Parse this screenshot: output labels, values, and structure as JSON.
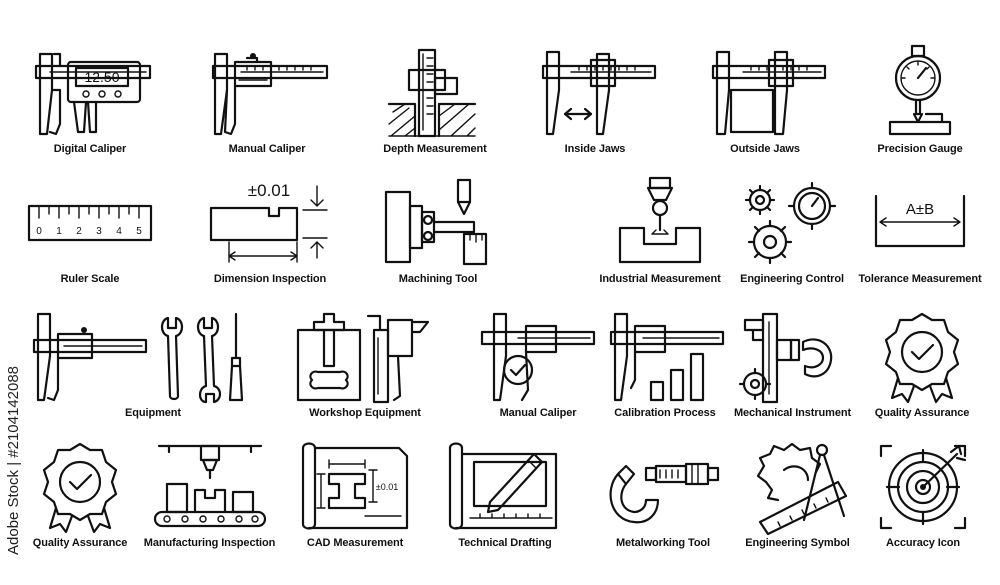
{
  "watermark": {
    "text": "Adobe Stock | #2104142088"
  },
  "icons": [
    {
      "id": "digital-caliper",
      "label": "Digital Caliper",
      "reading": "12.50"
    },
    {
      "id": "manual-caliper",
      "label": "Manual Caliper"
    },
    {
      "id": "depth-measurement",
      "label": "Depth Measurement"
    },
    {
      "id": "inside-jaws",
      "label": "Inside Jaws"
    },
    {
      "id": "outside-jaws",
      "label": "Outside Jaws"
    },
    {
      "id": "precision-gauge",
      "label": "Precision Gauge"
    },
    {
      "id": "ruler-scale",
      "label": "Ruler Scale",
      "ticks": [
        "0",
        "1",
        "2",
        "3",
        "4",
        "5"
      ]
    },
    {
      "id": "dimension-inspection",
      "label": "Dimension Inspection",
      "tolerance": "±0.01"
    },
    {
      "id": "machining-tool",
      "label": "Machining Tool"
    },
    {
      "id": "industrial-measurement",
      "label": "Industrial Measurement"
    },
    {
      "id": "engineering-control",
      "label": "Engineering Control"
    },
    {
      "id": "tolerance-measurement",
      "label": "Tolerance Measurement",
      "formula": "A±B"
    },
    {
      "id": "equipment",
      "label": "Equipment"
    },
    {
      "id": "workshop-equipment",
      "label": "Workshop Equipment"
    },
    {
      "id": "manual-caliper-2",
      "label": "Manual Caliper"
    },
    {
      "id": "calibration-process",
      "label": "Calibration Process"
    },
    {
      "id": "mechanical-instrument",
      "label": "Mechanical Instrument"
    },
    {
      "id": "quality-assurance",
      "label": "Quality Assurance"
    },
    {
      "id": "quality-assurance-2",
      "label": "Quality Assurance"
    },
    {
      "id": "manufacturing-inspection",
      "label": "Manufacturing Inspection"
    },
    {
      "id": "cad-measurement",
      "label": "CAD Measurement",
      "tolerance": "±0.01"
    },
    {
      "id": "technical-drafting",
      "label": "Technical Drafting"
    },
    {
      "id": "metalworking-tool",
      "label": "Metalworking Tool"
    },
    {
      "id": "engineering-symbol",
      "label": "Engineering Symbol"
    },
    {
      "id": "accuracy-icon",
      "label": "Accuracy Icon"
    }
  ]
}
